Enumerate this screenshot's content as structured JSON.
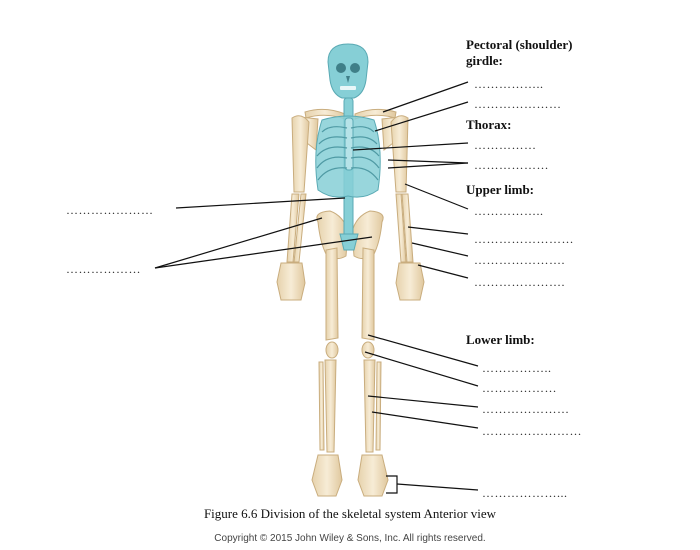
{
  "labels": {
    "pectoral": "Pectoral (shoulder)",
    "girdle": "girdle:",
    "thorax": "Thorax:",
    "upper_limb": "Upper limb:",
    "lower_limb": "Lower limb:"
  },
  "blanks": {
    "left_1": "…………………",
    "left_2": "………………",
    "pectoral_1": "……………..",
    "pectoral_2": "…………………",
    "thorax_1": "……………",
    "thorax_2": "………………",
    "upper_1": "……………..",
    "upper_2": "……………………",
    "upper_3": "………………….",
    "upper_4": "………………….",
    "lower_1": "……………..",
    "lower_2": "………………",
    "lower_3": "…………………",
    "lower_4": "……………………",
    "lower_5": "………………..."
  },
  "caption": "Figure 6.6 Division of the skeletal system Anterior view",
  "copyright": "Copyright © 2015 John Wiley & Sons, Inc. All rights reserved.",
  "colors": {
    "axial": "#86cfd6",
    "appendicular": "#f1e2c4",
    "line": "#111111"
  }
}
